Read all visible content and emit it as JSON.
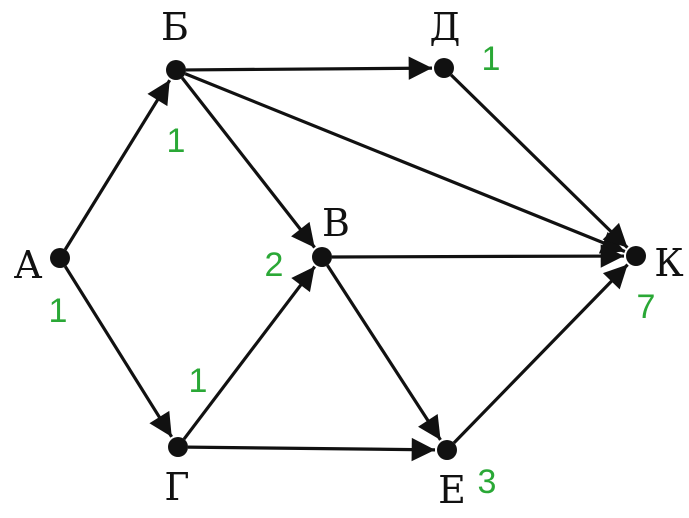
{
  "colors": {
    "ink": "#111111",
    "count": "#2aa836",
    "background": "#ffffff"
  },
  "nodes": [
    {
      "id": "A",
      "label": "А",
      "count": "1"
    },
    {
      "id": "B",
      "label": "Б",
      "count": "1"
    },
    {
      "id": "D",
      "label": "Д",
      "count": "1"
    },
    {
      "id": "V",
      "label": "В",
      "count": "2"
    },
    {
      "id": "G",
      "label": "Г",
      "count": "1"
    },
    {
      "id": "E",
      "label": "Е",
      "count": "3"
    },
    {
      "id": "K",
      "label": "К",
      "count": "7"
    }
  ],
  "edges": [
    {
      "from": "A",
      "to": "B"
    },
    {
      "from": "A",
      "to": "G"
    },
    {
      "from": "B",
      "to": "D"
    },
    {
      "from": "B",
      "to": "V"
    },
    {
      "from": "B",
      "to": "K"
    },
    {
      "from": "D",
      "to": "K"
    },
    {
      "from": "V",
      "to": "K"
    },
    {
      "from": "V",
      "to": "E"
    },
    {
      "from": "G",
      "to": "V"
    },
    {
      "from": "G",
      "to": "E"
    },
    {
      "from": "E",
      "to": "K"
    }
  ]
}
